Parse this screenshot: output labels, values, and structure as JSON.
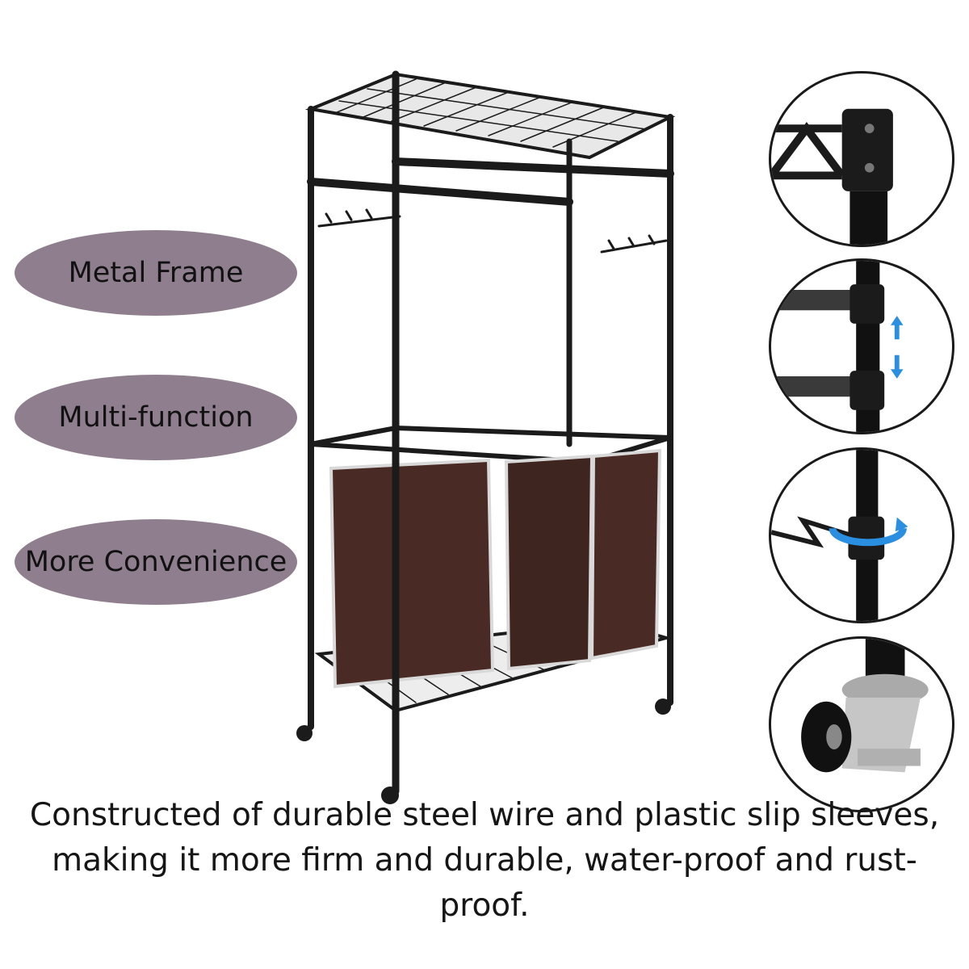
{
  "features": [
    {
      "label": "Metal Frame"
    },
    {
      "label": "Multi-function"
    },
    {
      "label": "More Convenience"
    }
  ],
  "details": [
    {
      "icon": "bolt-joint-icon"
    },
    {
      "icon": "adjust-height-arrows-icon"
    },
    {
      "icon": "rotate-lock-icon"
    },
    {
      "icon": "caster-wheel-icon"
    }
  ],
  "caption": "Constructed of durable steel wire and plastic slip sleeves, making it more firm and durable, water-proof and rust-proof.",
  "colors": {
    "pill": "#8f7f8e",
    "frame": "#1b1b1b",
    "bag": "#4a2a24",
    "arrow": "#2a8fe0"
  }
}
